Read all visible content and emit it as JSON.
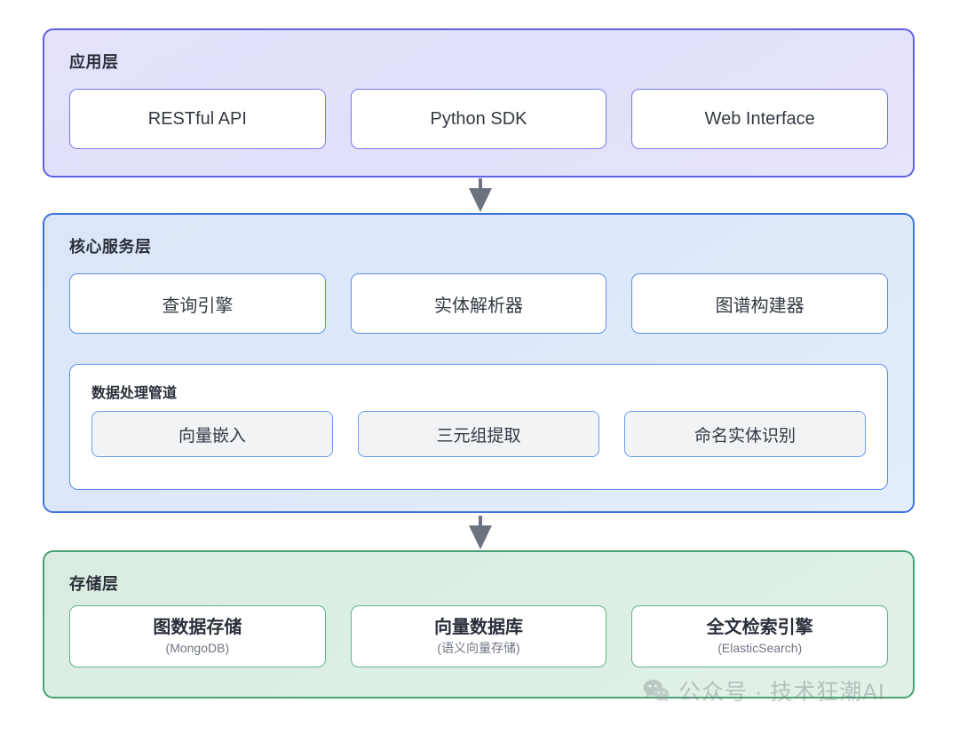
{
  "diagram": {
    "type": "layered-architecture",
    "layers": [
      {
        "id": "application",
        "title": "应用层",
        "accent": "#6060e8",
        "cards": [
          {
            "label": "RESTful API"
          },
          {
            "label": "Python SDK"
          },
          {
            "label": "Web Interface"
          }
        ]
      },
      {
        "id": "core-service",
        "title": "核心服务层",
        "accent": "#3f72e0",
        "cards": [
          {
            "label": "查询引擎"
          },
          {
            "label": "实体解析器"
          },
          {
            "label": "图谱构建器"
          }
        ],
        "pipeline": {
          "title": "数据处理管道",
          "chips": [
            {
              "label": "向量嵌入"
            },
            {
              "label": "三元组提取"
            },
            {
              "label": "命名实体识别"
            }
          ]
        }
      },
      {
        "id": "storage",
        "title": "存储层",
        "accent": "#46a375",
        "cards": [
          {
            "label": "图数据存储",
            "sub": "(MongoDB)"
          },
          {
            "label": "向量数据库",
            "sub": "(语义向量存储)"
          },
          {
            "label": "全文检索引擎",
            "sub": "(ElasticSearch)"
          }
        ]
      }
    ],
    "arrows": [
      {
        "from": "application",
        "to": "core-service",
        "direction": "down"
      },
      {
        "from": "core-service",
        "to": "storage",
        "direction": "down"
      }
    ],
    "watermark": {
      "icon": "wechat-icon",
      "text": "公众号 · 技术狂潮AI",
      "color": "#7b7f86"
    }
  }
}
